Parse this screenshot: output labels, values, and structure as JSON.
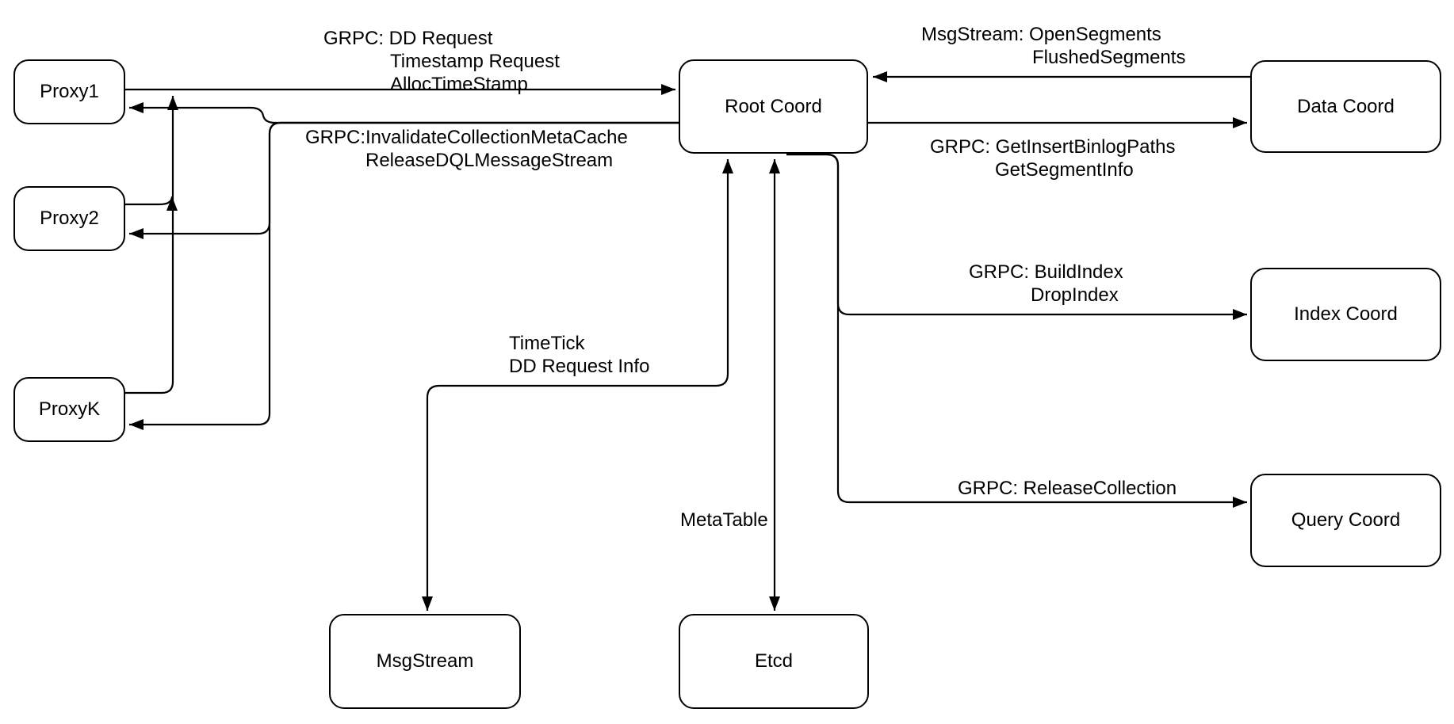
{
  "nodes": {
    "proxy1": {
      "label": "Proxy1"
    },
    "proxy2": {
      "label": "Proxy2"
    },
    "proxyk": {
      "label": "ProxyK"
    },
    "root_coord": {
      "label": "Root Coord"
    },
    "data_coord": {
      "label": "Data Coord"
    },
    "index_coord": {
      "label": "Index Coord"
    },
    "query_coord": {
      "label": "Query Coord"
    },
    "msgstream": {
      "label": "MsgStream"
    },
    "etcd": {
      "label": "Etcd"
    }
  },
  "edges": {
    "dd_request": {
      "lines": [
        "GRPC: DD Request",
        "Timestamp Request",
        "AllocTimeStamp"
      ]
    },
    "invalidate": {
      "lines": [
        "GRPC:InvalidateCollectionMetaCache",
        "ReleaseDQLMessageStream"
      ]
    },
    "open_segments": {
      "lines": [
        "MsgStream: OpenSegments",
        "FlushedSegments"
      ]
    },
    "get_insert": {
      "lines": [
        "GRPC: GetInsertBinlogPaths",
        "GetSegmentInfo"
      ]
    },
    "build_index": {
      "lines": [
        "GRPC: BuildIndex",
        "DropIndex"
      ]
    },
    "release_collection": {
      "lines": [
        "GRPC: ReleaseCollection"
      ]
    },
    "time_tick": {
      "lines": [
        "TimeTick",
        "DD Request Info"
      ]
    },
    "meta_table": {
      "lines": [
        "MetaTable"
      ]
    }
  },
  "colors": {
    "stroke": "#000000",
    "background": "#ffffff",
    "node_fill": "#ffffff"
  }
}
